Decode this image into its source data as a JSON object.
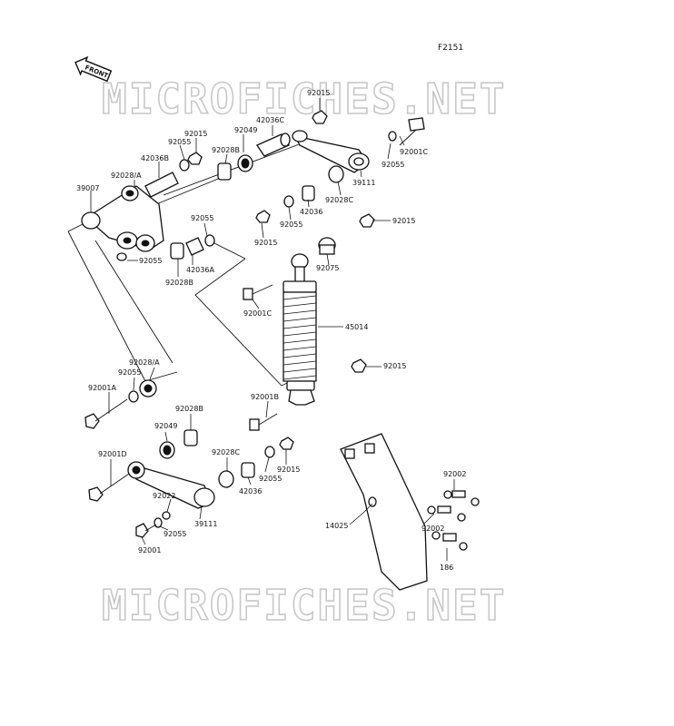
{
  "diagram": {
    "code": "F2151",
    "front_label": "FRONT",
    "watermark": "MICROFICHES.NET",
    "part_labels": {
      "p_92015_top": "92015",
      "p_42036C": "42036C",
      "p_92049_top": "92049",
      "p_92015_a": "92015",
      "p_92055_a": "92055",
      "p_92028B_top": "92028B",
      "p_42036B": "42036B",
      "p_92028A_top": "92028/A",
      "p_39007": "39007",
      "p_92001C_top": "92001C",
      "p_92055_b": "92055",
      "p_39111_top": "39111",
      "p_92028C_top": "92028C",
      "p_42036_top": "42036",
      "p_92055_c": "92055",
      "p_92015_b": "92015",
      "p_92015_c": "92015",
      "p_92055_d": "92055",
      "p_92055_e": "92055",
      "p_42036A": "42036A",
      "p_92028B_mid": "92028B",
      "p_92075": "92075",
      "p_92001C_mid": "92001C",
      "p_45014": "45014",
      "p_92015_d": "92015",
      "p_92028A_bot": "92028/A",
      "p_92055_f": "92055",
      "p_92001A": "92001A",
      "p_92001B": "92001B",
      "p_92028B_bot": "92028B",
      "p_92049_bot": "92049",
      "p_92001D": "92001D",
      "p_92028C_bot": "92028C",
      "p_92015_e": "92015",
      "p_92055_g": "92055",
      "p_42036_bot": "42036",
      "p_92022": "92022",
      "p_39111_bot": "39111",
      "p_92055_h": "92055",
      "p_92001": "92001",
      "p_92002_a": "92002",
      "p_14025": "14025",
      "p_92002_b": "92002",
      "p_186": "186"
    }
  }
}
